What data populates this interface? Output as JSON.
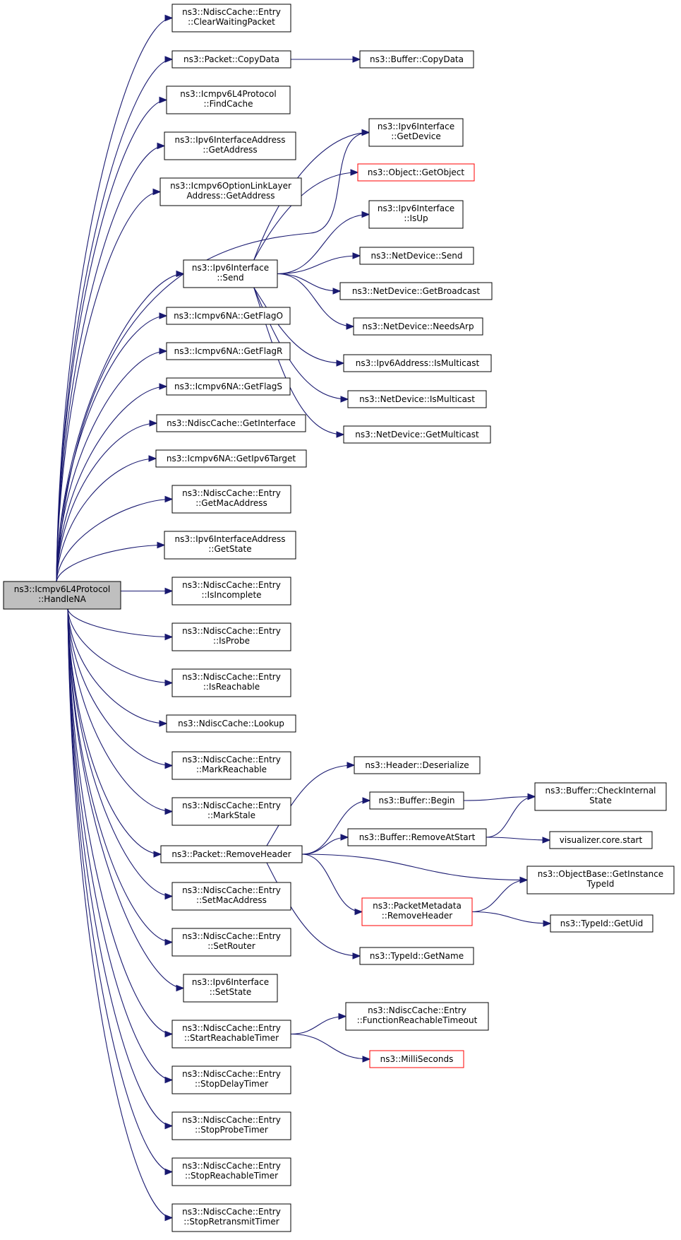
{
  "colors": {
    "edge": "#191970",
    "node_border": "#000000",
    "root_fill": "#bfbfbf",
    "external_border": "#ff0000"
  },
  "nodes": {
    "handle_na": [
      "ns3::Icmpv6L4Protocol",
      "::HandleNA"
    ],
    "clear_waiting_packet": [
      "ns3::NdiscCache::Entry",
      "::ClearWaitingPacket"
    ],
    "packet_copy_data": [
      "ns3::Packet::CopyData"
    ],
    "buffer_copy_data": [
      "ns3::Buffer::CopyData"
    ],
    "find_cache": [
      "ns3::Icmpv6L4Protocol",
      "::FindCache"
    ],
    "ipv6_interface_address_get_address": [
      "ns3::Ipv6InterfaceAddress",
      "::GetAddress"
    ],
    "link_layer_get_address": [
      "ns3::Icmpv6OptionLinkLayer",
      "Address::GetAddress"
    ],
    "ipv6_interface_get_device": [
      "ns3::Ipv6Interface",
      "::GetDevice"
    ],
    "object_get_object": [
      "ns3::Object::GetObject"
    ],
    "ipv6_interface_is_up": [
      "ns3::Ipv6Interface",
      "::IsUp"
    ],
    "ipv6_interface_send": [
      "ns3::Ipv6Interface",
      "::Send"
    ],
    "net_device_send": [
      "ns3::NetDevice::Send"
    ],
    "net_device_get_broadcast": [
      "ns3::NetDevice::GetBroadcast"
    ],
    "net_device_needs_arp": [
      "ns3::NetDevice::NeedsArp"
    ],
    "ipv6_address_is_multicast": [
      "ns3::Ipv6Address::IsMulticast"
    ],
    "net_device_is_multicast": [
      "ns3::NetDevice::IsMulticast"
    ],
    "net_device_get_multicast": [
      "ns3::NetDevice::GetMulticast"
    ],
    "get_flag_o": [
      "ns3::Icmpv6NA::GetFlagO"
    ],
    "get_flag_r": [
      "ns3::Icmpv6NA::GetFlagR"
    ],
    "get_flag_s": [
      "ns3::Icmpv6NA::GetFlagS"
    ],
    "ndisc_get_interface": [
      "ns3::NdiscCache::GetInterface"
    ],
    "get_ipv6_target": [
      "ns3::Icmpv6NA::GetIpv6Target"
    ],
    "entry_get_mac_address": [
      "ns3::NdiscCache::Entry",
      "::GetMacAddress"
    ],
    "ipv6_interface_address_get_state": [
      "ns3::Ipv6InterfaceAddress",
      "::GetState"
    ],
    "entry_is_incomplete": [
      "ns3::NdiscCache::Entry",
      "::IsIncomplete"
    ],
    "entry_is_probe": [
      "ns3::NdiscCache::Entry",
      "::IsProbe"
    ],
    "entry_is_reachable": [
      "ns3::NdiscCache::Entry",
      "::IsReachable"
    ],
    "ndisc_lookup": [
      "ns3::NdiscCache::Lookup"
    ],
    "entry_mark_reachable": [
      "ns3::NdiscCache::Entry",
      "::MarkReachable"
    ],
    "entry_mark_stale": [
      "ns3::NdiscCache::Entry",
      "::MarkStale"
    ],
    "packet_remove_header": [
      "ns3::Packet::RemoveHeader"
    ],
    "header_deserialize": [
      "ns3::Header::Deserialize"
    ],
    "buffer_begin": [
      "ns3::Buffer::Begin"
    ],
    "buffer_check_internal_state": [
      "ns3::Buffer::CheckInternal",
      "State"
    ],
    "buffer_remove_at_start": [
      "ns3::Buffer::RemoveAtStart"
    ],
    "visualizer_core_start": [
      "visualizer.core.start"
    ],
    "object_base_get_instance_type_id": [
      "ns3::ObjectBase::GetInstance",
      "TypeId"
    ],
    "packet_metadata_remove_header": [
      "ns3::PacketMetadata",
      "::RemoveHeader"
    ],
    "type_id_get_uid": [
      "ns3::TypeId::GetUid"
    ],
    "type_id_get_name": [
      "ns3::TypeId::GetName"
    ],
    "entry_set_mac_address": [
      "ns3::NdiscCache::Entry",
      "::SetMacAddress"
    ],
    "entry_set_router": [
      "ns3::NdiscCache::Entry",
      "::SetRouter"
    ],
    "ipv6_interface_set_state": [
      "ns3::Ipv6Interface",
      "::SetState"
    ],
    "entry_start_reachable_timer": [
      "ns3::NdiscCache::Entry",
      "::StartReachableTimer"
    ],
    "entry_function_reachable_timeout": [
      "ns3::NdiscCache::Entry",
      "::FunctionReachableTimeout"
    ],
    "milli_seconds": [
      "ns3::MilliSeconds"
    ],
    "entry_stop_delay_timer": [
      "ns3::NdiscCache::Entry",
      "::StopDelayTimer"
    ],
    "entry_stop_probe_timer": [
      "ns3::NdiscCache::Entry",
      "::StopProbeTimer"
    ],
    "entry_stop_reachable_timer": [
      "ns3::NdiscCache::Entry",
      "::StopReachableTimer"
    ],
    "entry_stop_retransmit_timer": [
      "ns3::NdiscCache::Entry",
      "::StopRetransmitTimer"
    ]
  }
}
